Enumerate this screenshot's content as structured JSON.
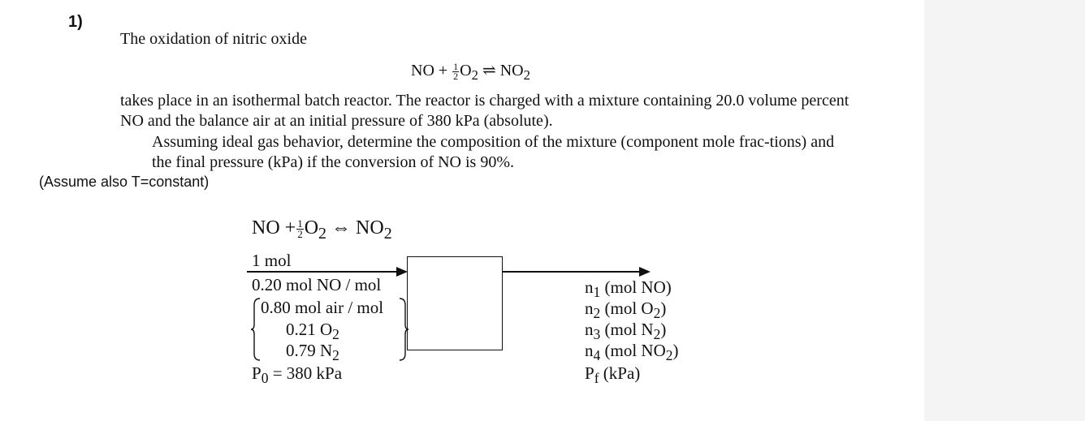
{
  "question": {
    "number": "1)",
    "intro": "The oxidation of nitric oxide",
    "reaction": {
      "reactant1": "NO +",
      "frac_num": "1",
      "frac_den": "2",
      "reactant2": "O",
      "reactant2_sub": "2",
      "arrow": "⇌",
      "product": "NO",
      "product_sub": "2"
    },
    "paragraph1": "takes place in an isothermal batch reactor. The reactor is charged with a mixture containing 20.0 volume percent NO and the balance air at an initial pressure of 380 kPa (absolute).",
    "paragraph2": "Assuming ideal gas behavior, determine the composition of the mixture (component mole frac-tions) and the final pressure (kPa) if the conversion of NO is 90%.",
    "assumption": "(Assume also T=constant)"
  },
  "diagram": {
    "header": {
      "reactant1": "NO +",
      "frac_num": "1",
      "frac_den": "2",
      "reactant2": "O",
      "reactant2_sub": "2",
      "arrow": "⇔",
      "product": "NO",
      "product_sub": "2"
    },
    "inlet": {
      "basis": "1 mol",
      "no_fraction": "0.20 mol NO / mol",
      "air_fraction": "0.80 mol air / mol",
      "o2": "0.21 O",
      "o2_sub": "2",
      "n2": "0.79 N",
      "n2_sub": "2",
      "p0_label": "P",
      "p0_sub": "0",
      "p0_value": " = 380 kPa"
    },
    "outlet": [
      {
        "sym": "n",
        "sub": "1",
        "desc": " (mol NO)",
        "desc_sub": ""
      },
      {
        "sym": "n",
        "sub": "2",
        "desc": " (mol O",
        "desc_sub": "2"
      },
      {
        "sym": "n",
        "sub": "3",
        "desc": " (mol N",
        "desc_sub": "2"
      },
      {
        "sym": "n",
        "sub": "4",
        "desc": " (mol NO",
        "desc_sub": "2"
      }
    ],
    "pf": {
      "sym": "P",
      "sub": "f",
      "desc": " (kPa)"
    }
  }
}
